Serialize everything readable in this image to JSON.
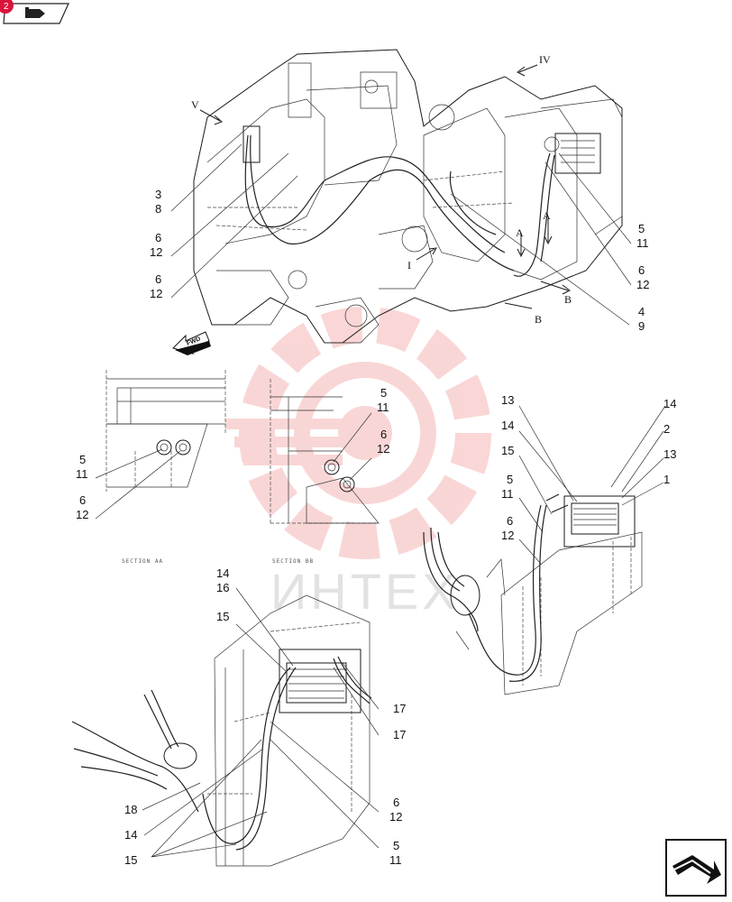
{
  "nav": {
    "page_badge": "2",
    "back_icon": "arrow-back-icon",
    "next_icon": "arrow-forward-icon"
  },
  "colors": {
    "accent": "#d9143c",
    "watermark": "#f5b5b5"
  },
  "watermark_text": "ИНТЕХ",
  "view_labels": {
    "v": "V",
    "iv": "IV",
    "i": "I",
    "fwd": "FWD",
    "a1": "A",
    "a2": "A",
    "b1": "B",
    "b2": "B"
  },
  "section_labels": {
    "aa": "SECTION AA",
    "bb": "SECTION BB"
  },
  "callouts": {
    "c3": "3",
    "c8": "8",
    "c6a": "6",
    "c12a": "12",
    "c6b": "6",
    "c12b": "12",
    "c5a": "5",
    "c11a": "11",
    "c6c": "6",
    "c12c": "12",
    "c4": "4",
    "c9": "9",
    "c5b": "5",
    "c11b": "11",
    "c6d": "6",
    "c12d": "12",
    "c5c": "5",
    "c11c": "11",
    "c6e": "6",
    "c12e": "12",
    "c13a": "13",
    "c14a": "14",
    "c14b": "14",
    "c2": "2",
    "c13b": "13",
    "c15a": "15",
    "c1": "1",
    "c5d": "5",
    "c11d": "11",
    "c6f": "6",
    "c12f": "12",
    "c14c": "14",
    "c16": "16",
    "c15b": "15",
    "c17a": "17",
    "c17b": "17",
    "c18": "18",
    "c14d": "14",
    "c6g": "6",
    "c12g": "12",
    "c15c": "15",
    "c5e": "5",
    "c11e": "11"
  }
}
